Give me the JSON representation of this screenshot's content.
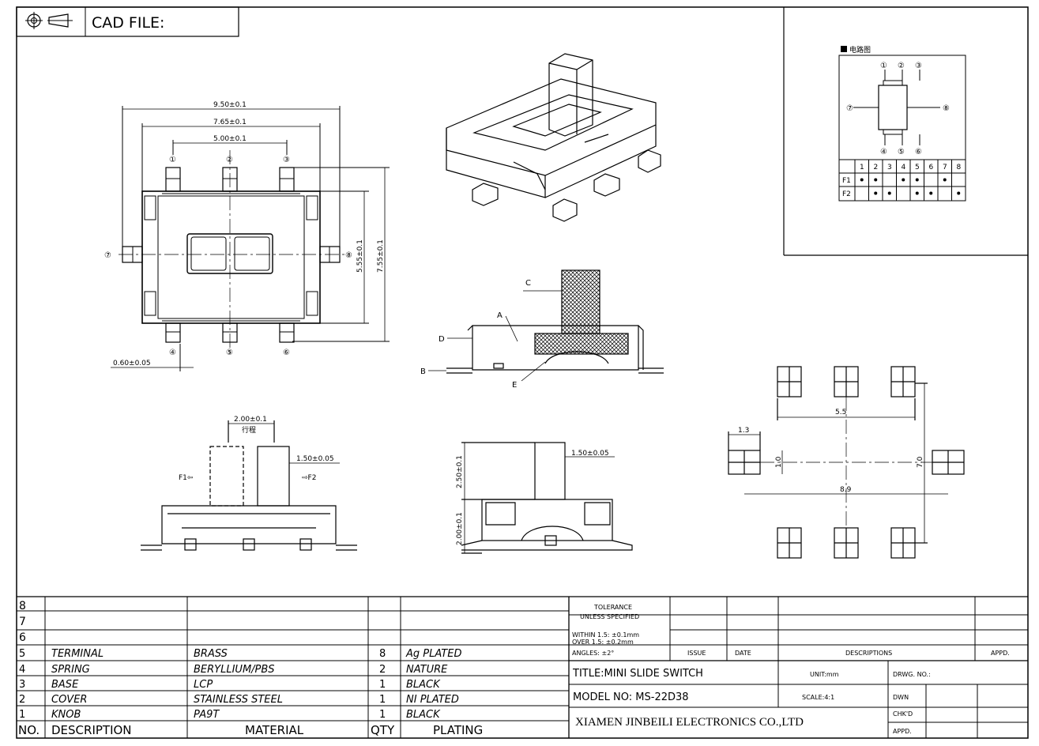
{
  "header": {
    "cad_label": "CAD FILE:",
    "projection_icon": "third-angle-projection-icon"
  },
  "top_view": {
    "dim_width_outer": "9.50±0.1",
    "dim_width_mid": "7.65±0.1",
    "dim_pitch": "5.00±0.1",
    "dim_height_inner": "5.55±0.1",
    "dim_height_outer": "7.55±0.1",
    "dim_pad": "0.60±0.05",
    "pins": [
      "①",
      "②",
      "③",
      "④",
      "⑤",
      "⑥",
      "⑦",
      "⑧"
    ]
  },
  "circuit": {
    "title": "电路图",
    "table_header": [
      "1",
      "2",
      "3",
      "4",
      "5",
      "6",
      "7",
      "8"
    ],
    "rows": [
      {
        "label": "F1",
        "dots": [
          1,
          1,
          0,
          1,
          1,
          0,
          1,
          0
        ]
      },
      {
        "label": "F2",
        "dots": [
          0,
          1,
          1,
          0,
          1,
          1,
          0,
          1
        ]
      }
    ]
  },
  "section": {
    "labels": [
      "A",
      "B",
      "C",
      "D",
      "E"
    ]
  },
  "side_view": {
    "travel": "2.00±0.1",
    "travel_cn": "行程",
    "knob_width": "1.50±0.05",
    "f1": "F1⇦",
    "f2": "⇨F2"
  },
  "front_view": {
    "knob_height": "2.50±0.1",
    "body_height": "2.00±0.1",
    "knob_width": "1.50±0.05"
  },
  "pcb_layout": {
    "d1": "5.5",
    "d2": "1.3",
    "d3": "1.0",
    "d4": "7.0",
    "d5": "8.9"
  },
  "bom": {
    "empty_rows": [
      "8",
      "7",
      "6"
    ],
    "rows": [
      {
        "no": "5",
        "desc": "TERMINAL",
        "material": "BRASS",
        "qty": "8",
        "plating": "Ag PLATED"
      },
      {
        "no": "4",
        "desc": "SPRING",
        "material": "BERYLLIUM/PBS",
        "qty": "2",
        "plating": "NATURE"
      },
      {
        "no": "3",
        "desc": "BASE",
        "material": "LCP",
        "qty": "1",
        "plating": "BLACK"
      },
      {
        "no": "2",
        "desc": "COVER",
        "material": "STAINLESS STEEL",
        "qty": "1",
        "plating": "NI PLATED"
      },
      {
        "no": "1",
        "desc": "KNOB",
        "material": "PA9T",
        "qty": "1",
        "plating": "BLACK"
      }
    ],
    "header": {
      "no": "NO.",
      "desc": "DESCRIPTION",
      "material": "MATERIAL",
      "qty": "QTY",
      "plating": "PLATING"
    }
  },
  "title_block": {
    "tolerance": "TOLERANCE",
    "unless": "UNLESS SPECIFIED",
    "within": "WITHIN 1.5: ±0.1mm",
    "over": "OVER 1.5:  ±0.2mm",
    "angles": "ANGLES: ±2°",
    "issue": "ISSUE",
    "date": "DATE",
    "descriptions": "DESCRIPTIONS",
    "appd": "APPD.",
    "title": "TITLE:MINI SLIDE SWITCH",
    "model": "MODEL NO: MS-22D38",
    "unit": "UNIT:mm",
    "scale": "SCALE:4:1",
    "drwg": "DRWG. NO.:",
    "dwn": "DWN",
    "chkd": "CHK'D",
    "appd2": "APPD.",
    "company": "XIAMEN JINBEILI ELECTRONICS CO.,LTD"
  }
}
